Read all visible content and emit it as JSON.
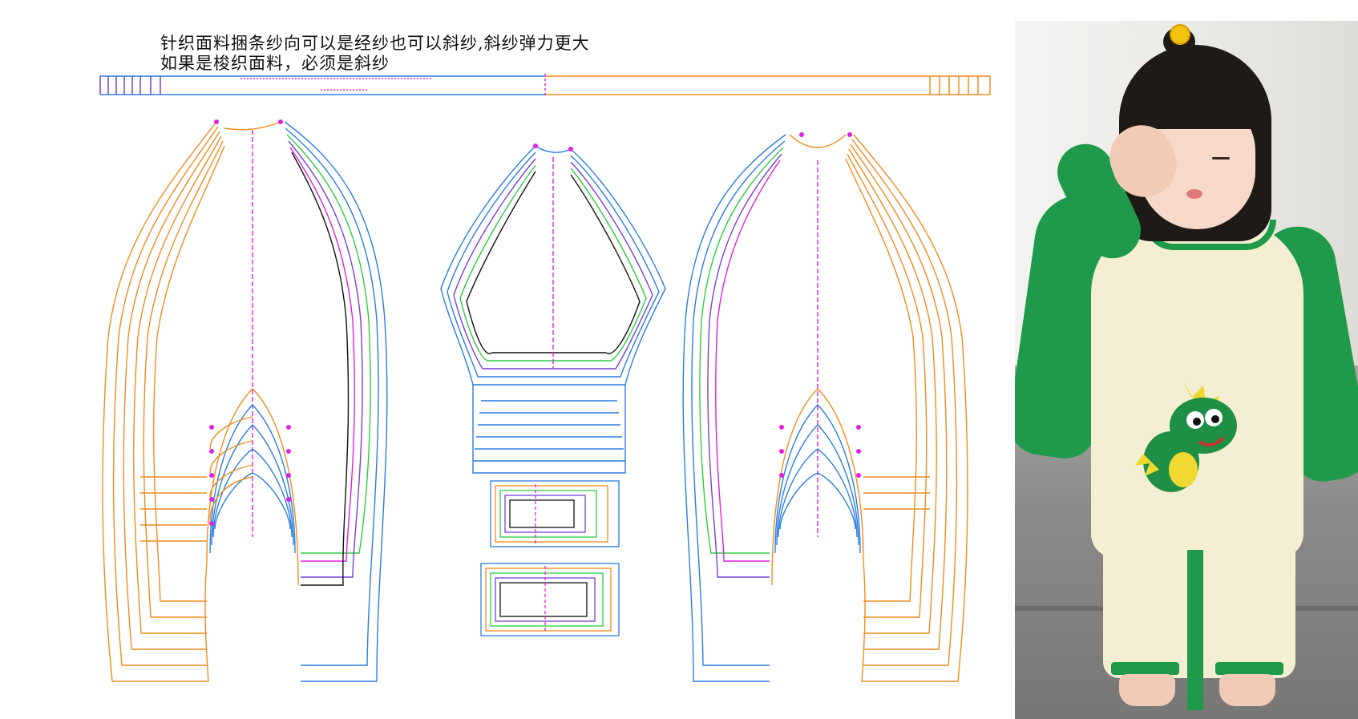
{
  "note": {
    "line1": "针织面料捆条纱向可以是经纱也可以斜纱,斜纱弹力更大",
    "line2": "如果是梭织面料，必须是斜纱"
  },
  "colors": {
    "orange": "#f08c1e",
    "blue": "#2a7de1",
    "green": "#2ecc40",
    "purple": "#7a3fd6",
    "magenta": "#e020e0",
    "black": "#111111",
    "romper_body": "#f4efd2",
    "romper_trim": "#1f9a4a"
  },
  "photo": {
    "description_icon": "child-in-dinosaur-romper-photo"
  }
}
